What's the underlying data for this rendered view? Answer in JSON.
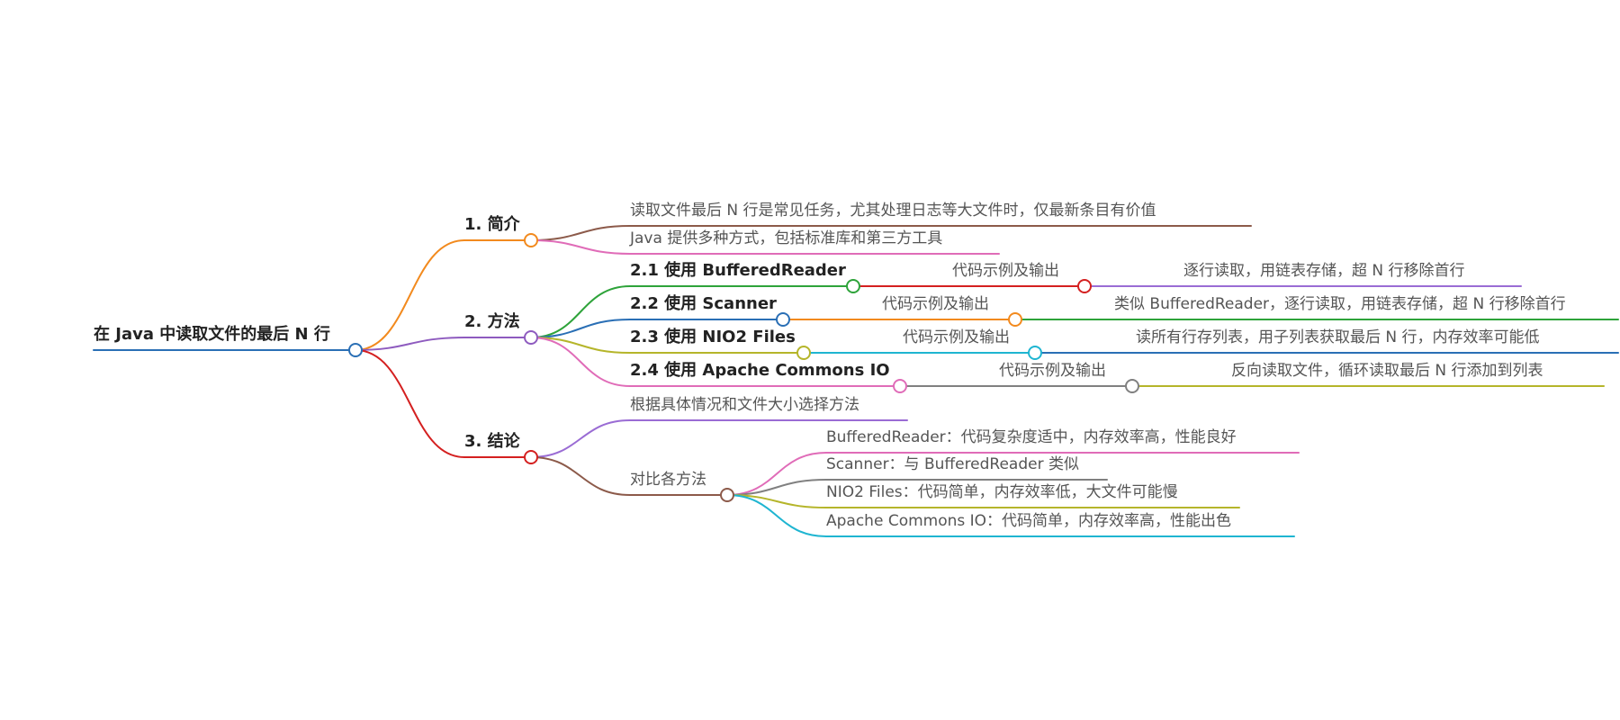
{
  "root": {
    "label": "在 Java 中读取文件的最后 N 行",
    "color": "#2a6fb5"
  },
  "branches": [
    {
      "id": "intro",
      "label": "1. 简介",
      "color": "#f28a1e",
      "children": [
        {
          "label": "读取文件最后 N 行是常见任务，尤其处理日志等大文件时，仅最新条目有价值",
          "color": "#8c5a4a"
        },
        {
          "label": "Java 提供多种方式，包括标准库和第三方工具",
          "color": "#e06cb8"
        }
      ]
    },
    {
      "id": "methods",
      "label": "2. 方法",
      "color": "#8e5bbf",
      "children": [
        {
          "label": "2.1 使用 BufferedReader",
          "color": "#2ea33a",
          "bold": true,
          "children": [
            {
              "label": "代码示例及输出",
              "color": "#d42020",
              "children": [
                {
                  "label": "逐行读取，用链表存储，超 N 行移除首行",
                  "color": "#9a6cd4"
                }
              ]
            }
          ]
        },
        {
          "label": "2.2 使用 Scanner",
          "color": "#2a6fb5",
          "bold": true,
          "children": [
            {
              "label": "代码示例及输出",
              "color": "#f28a1e",
              "children": [
                {
                  "label": "类似 BufferedReader，逐行读取，用链表存储，超 N 行移除首行",
                  "color": "#2ea33a"
                }
              ]
            }
          ]
        },
        {
          "label": "2.3 使用 NIO2 Files",
          "color": "#b5b52a",
          "bold": true,
          "children": [
            {
              "label": "代码示例及输出",
              "color": "#1fb5d1",
              "children": [
                {
                  "label": "读所有行存列表，用子列表获取最后 N 行，内存效率可能低",
                  "color": "#2a6fb5"
                }
              ]
            }
          ]
        },
        {
          "label": "2.4 使用 Apache Commons IO",
          "color": "#e06cb8",
          "bold": true,
          "children": [
            {
              "label": "代码示例及输出",
              "color": "#808080",
              "children": [
                {
                  "label": "反向读取文件，循环读取最后 N 行添加到列表",
                  "color": "#b5b52a"
                }
              ]
            }
          ]
        }
      ]
    },
    {
      "id": "conclusion",
      "label": "3. 结论",
      "color": "#d42020",
      "children": [
        {
          "label": "根据具体情况和文件大小选择方法",
          "color": "#9a6cd4"
        },
        {
          "label": "对比各方法",
          "color": "#8c5a4a",
          "children": [
            {
              "label": "BufferedReader：代码复杂度适中，内存效率高，性能良好",
              "color": "#e06cb8"
            },
            {
              "label": "Scanner：与 BufferedReader 类似",
              "color": "#808080"
            },
            {
              "label": "NIO2 Files：代码简单，内存效率低，大文件可能慢",
              "color": "#b5b52a"
            },
            {
              "label": "Apache Commons IO：代码简单，内存效率高，性能出色",
              "color": "#1fb5d1"
            }
          ]
        }
      ]
    }
  ]
}
